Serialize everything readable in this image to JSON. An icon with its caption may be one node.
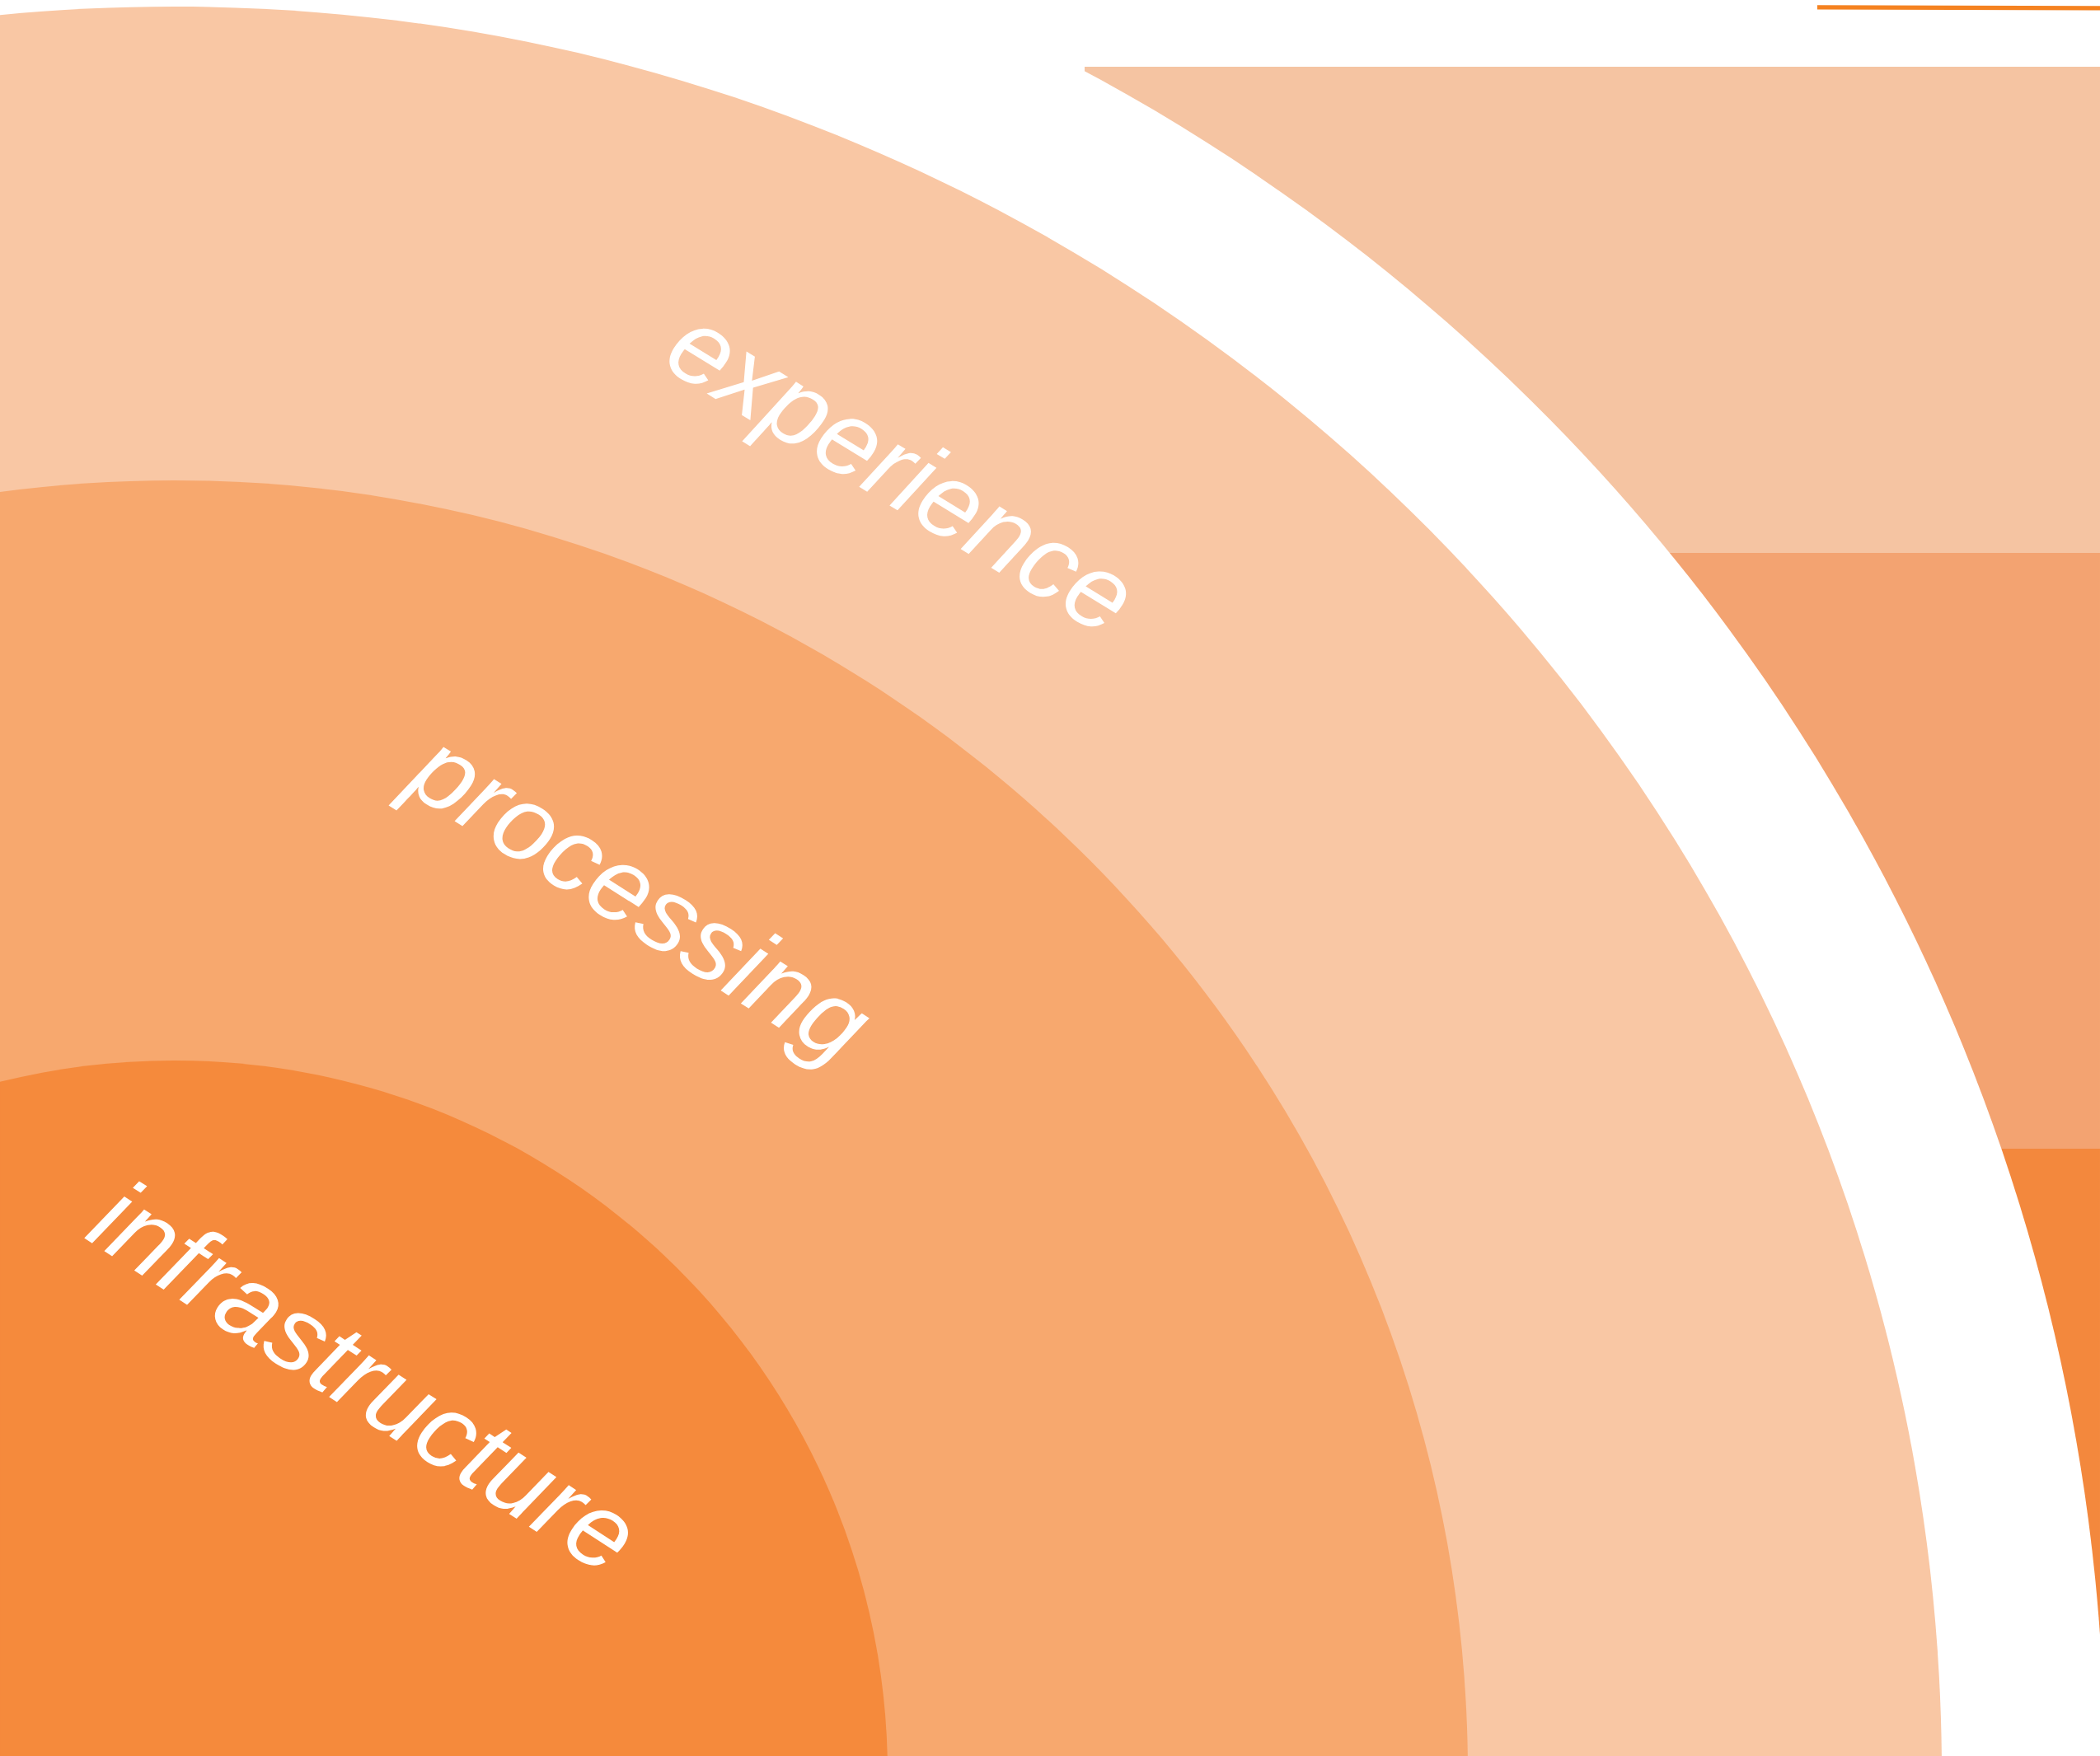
{
  "diagram": {
    "nodes": [
      {
        "text": [
          "experience"
        ]
      },
      {
        "text": [
          "processing"
        ],
        "in": 0
      },
      {
        "text": [
          "infrastructure"
        ],
        "in": 1
      }
    ]
  }
}
